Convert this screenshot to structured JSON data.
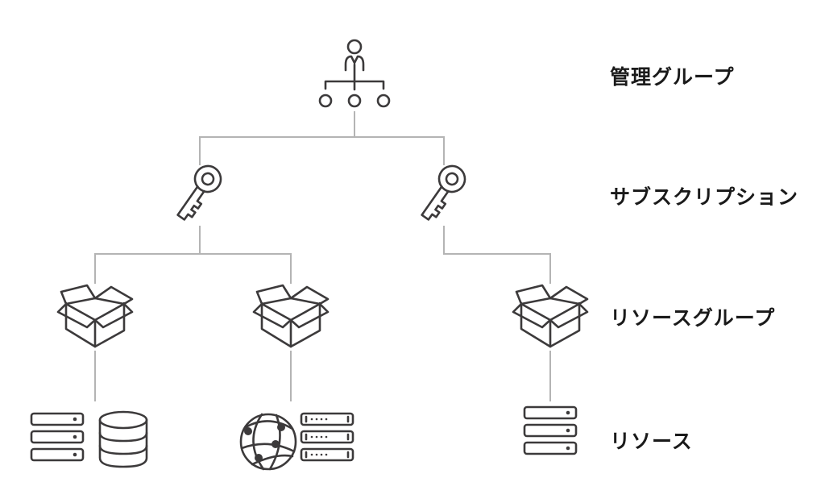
{
  "diagram": {
    "title": "Azure scope hierarchy",
    "levels": [
      {
        "id": "management-group",
        "label": "管理グループ",
        "icon": "org-chart-icon",
        "count": 1
      },
      {
        "id": "subscription",
        "label": "サブスクリプション",
        "icon": "key-icon",
        "count": 2
      },
      {
        "id": "resource-group",
        "label": "リソースグループ",
        "icon": "open-box-icon",
        "count": 3
      },
      {
        "id": "resource",
        "label": "リソース",
        "icon": "resource-icons",
        "count": 3
      }
    ],
    "resources": [
      {
        "parent": "resource-group-1",
        "icons": [
          "server-rack-icon",
          "database-icon"
        ]
      },
      {
        "parent": "resource-group-2",
        "icons": [
          "globe-network-icon",
          "server-rack-icon"
        ]
      },
      {
        "parent": "resource-group-3",
        "icons": [
          "server-rack-icon"
        ]
      }
    ],
    "colors": {
      "icon": "#3c3a3b",
      "connector": "#b4b4b4",
      "text": "#1a1a1a"
    }
  }
}
